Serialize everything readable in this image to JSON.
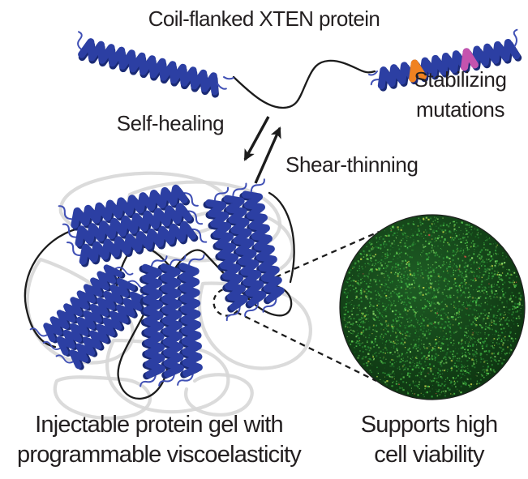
{
  "figure": {
    "title": "Coil-flanked XTEN protein",
    "labels": {
      "self_healing": "Self-healing",
      "shear_thinning": "Shear-thinning",
      "stabilizing_mutations": "Stabilizing\nmutations"
    },
    "captions": {
      "gel": "Injectable protein gel with\nprogrammable viscoelasticity",
      "viability": "Supports high\ncell viability"
    }
  },
  "colors": {
    "ink": "#231f20",
    "helix-blue": "#2c3fa3",
    "helix-dark": "#1a2a75",
    "thread-blue": "#4050b5",
    "mutation-orange": "#f08221",
    "mutation-magenta": "#c553ae",
    "line-black": "#1c1c1c",
    "gray-line": "#d7d7d7"
  },
  "micrograph": {
    "background_center": "#1e5c24",
    "background_edge": "#0b2e0e",
    "dot_colors": [
      "#2d9637",
      "#46b744",
      "#63cf52",
      "#8fe06a",
      "#1d6e27",
      "#b9cf45",
      "#c05040"
    ]
  }
}
